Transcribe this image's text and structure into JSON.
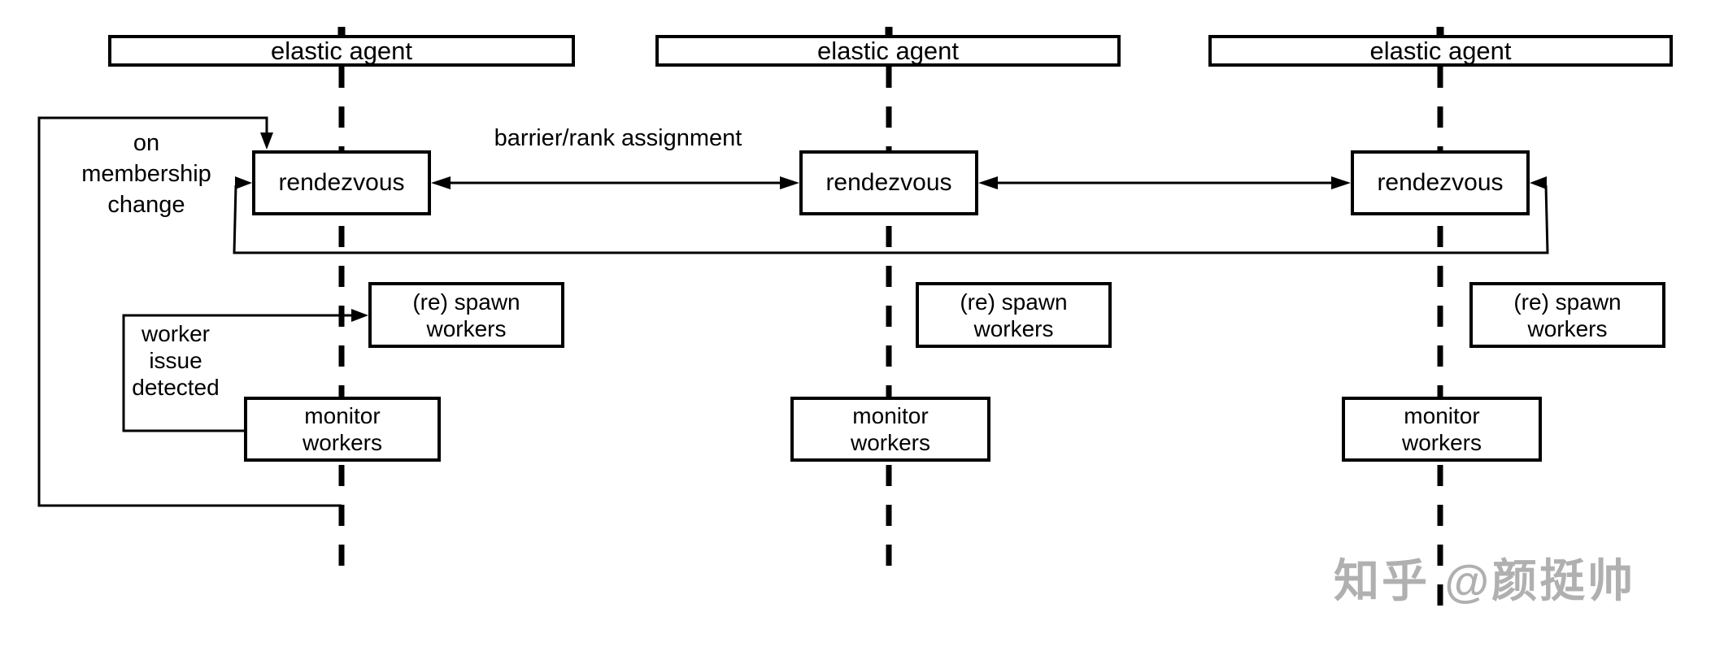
{
  "colors": {
    "line": "#000000",
    "text": "#000000",
    "watermark": "#b0b0b0",
    "background": "#ffffff"
  },
  "agents": [
    {
      "title": "elastic agent",
      "rendezvous_label": "rendezvous",
      "spawn_label": "(re) spawn\nworkers",
      "monitor_label": "monitor\nworkers"
    },
    {
      "title": "elastic agent",
      "rendezvous_label": "rendezvous",
      "spawn_label": "(re) spawn\nworkers",
      "monitor_label": "monitor\nworkers"
    },
    {
      "title": "elastic agent",
      "rendezvous_label": "rendezvous",
      "spawn_label": "(re) spawn\nworkers",
      "monitor_label": "monitor\nworkers"
    }
  ],
  "annotations": {
    "on_membership_change": "on\nmembership\nchange",
    "barrier_rank_assignment": "barrier/rank assignment",
    "worker_issue_detected": "worker\nissue\ndetected"
  },
  "watermark": {
    "text": "知乎 @颜挺帅"
  }
}
